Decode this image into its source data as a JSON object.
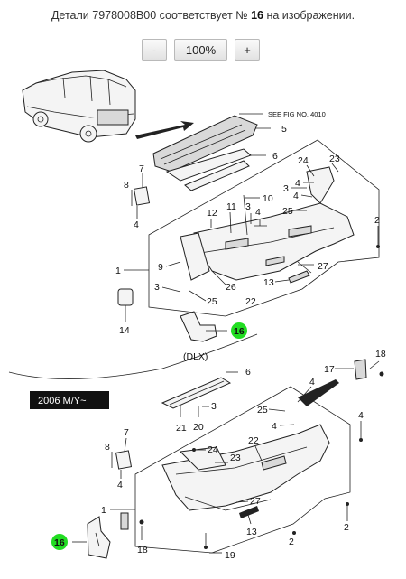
{
  "caption": {
    "prefix": "Детали",
    "part_number": "7978008B00",
    "middle": "соответствует №",
    "item_number": "16",
    "suffix": "на изображении."
  },
  "zoom": {
    "minus": "-",
    "level": "100%",
    "plus": "+"
  },
  "diagram": {
    "ref_note": "SEE FIG NO. 4010",
    "dlx_label": "(DLX)",
    "year_label": "2006 M/Y~",
    "highlight_color": "#22dd22",
    "highlighted_item": "16",
    "top_labels": [
      "5",
      "6",
      "7",
      "8",
      "4",
      "24",
      "23",
      "3",
      "4",
      "10",
      "11",
      "12",
      "3",
      "4",
      "4",
      "25",
      "2",
      "1",
      "9",
      "27",
      "26",
      "13",
      "3",
      "25",
      "22",
      "14",
      "16"
    ],
    "bottom_labels": [
      "6",
      "17",
      "18",
      "4",
      "3",
      "21",
      "20",
      "25",
      "4",
      "4",
      "7",
      "8",
      "24",
      "23",
      "22",
      "4",
      "2",
      "27",
      "13",
      "1",
      "2",
      "16",
      "18",
      "19"
    ]
  }
}
